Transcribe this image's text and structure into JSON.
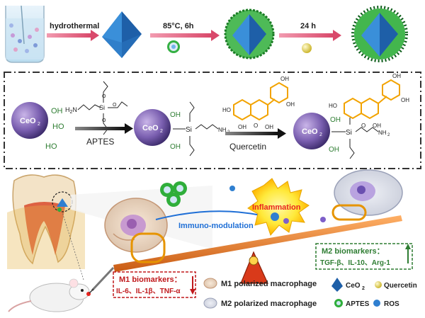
{
  "synthesis": {
    "step1": "hydrothermal",
    "step2": "85°C, 6h",
    "step3": "24 h"
  },
  "chemistry": {
    "ceo2": "CeO",
    "ceo2_sub": "2",
    "aptes_label": "APTES",
    "quercetin_label": "Quercetin",
    "oh": "OH",
    "ho": "HO",
    "o": "O",
    "si": "Si",
    "nh2": "NH",
    "nh2_sub": "2"
  },
  "process": {
    "inflammation": "Inflammation",
    "immunomodulation": "Immuno-modulation"
  },
  "m1": {
    "title": "M1 biomarkers：",
    "items": "IL-6、IL-1β、TNF-α"
  },
  "m2": {
    "title": "M2 biomarkers：",
    "items": "TGF-β、IL-10、Arg-1"
  },
  "legend": {
    "m1": "M1 polarized macrophage",
    "m2": "M2 polarized macrophage",
    "ceo2": "CeO",
    "ceo2_sub": "2",
    "aptes": "APTES",
    "quercetin": "Quercetin",
    "ros": "ROS"
  },
  "colors": {
    "arrow": "#d9496b",
    "ceo2_blue": "#2f7fd0",
    "aptes_green": "#2fae3a",
    "quercetin_yellow": "#e8d94a",
    "inflammation_red": "#e8231e",
    "immuno_blue": "#1f6fd6",
    "m1_red": "#c0191c",
    "m2_green": "#2e7d32",
    "ring_orange": "#e69400"
  }
}
